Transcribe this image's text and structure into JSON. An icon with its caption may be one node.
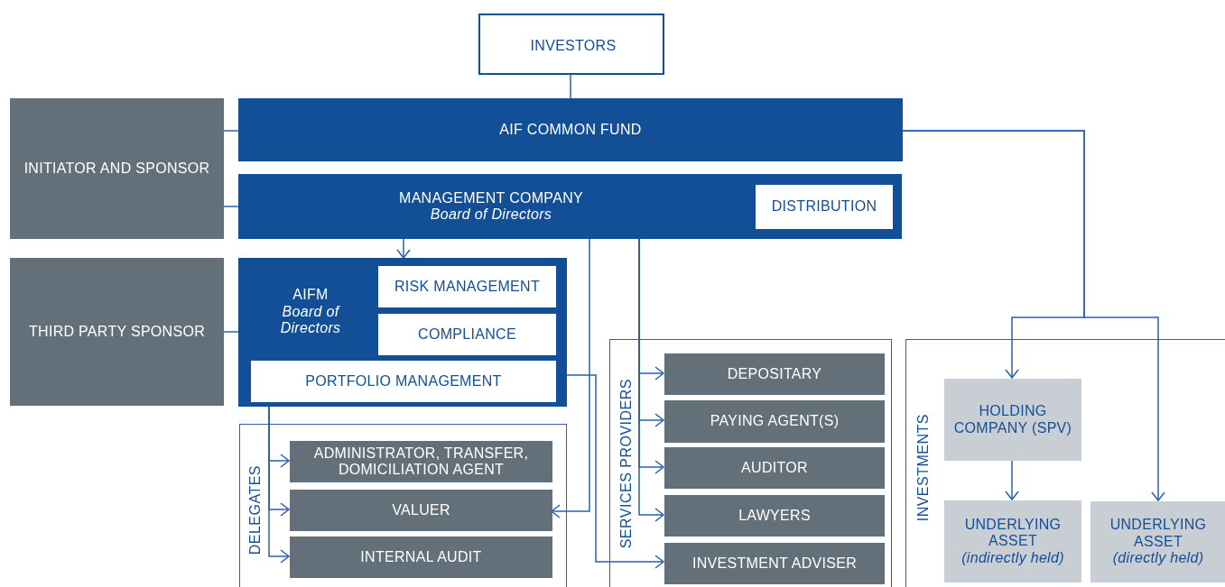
{
  "diagram": {
    "nodes": [
      {
        "text": [
          "INVESTORS"
        ]
      },
      {
        "text": [
          "AIF COMMON FUND"
        ]
      },
      {
        "text": [
          "INITIATOR AND SPONSOR"
        ]
      },
      {
        "text": [
          "MANAGEMENT COMPANY",
          "Board of Directors"
        ]
      },
      {
        "text": [
          "DISTRIBUTION"
        ],
        "in": 3
      },
      {
        "text": [
          "THIRD PARTY SPONSOR"
        ]
      },
      {
        "text": [
          "AIFM",
          "Board of Directors"
        ]
      },
      {
        "text": [
          "RISK MANAGEMENT"
        ],
        "in": 6
      },
      {
        "text": [
          "COMPLIANCE"
        ],
        "in": 6
      },
      {
        "text": [
          "PORTFOLIO MANAGEMENT"
        ],
        "in": 6
      },
      {
        "text": [
          "DELEGATES"
        ]
      },
      {
        "text": [
          "ADMINISTRATOR, TRANSFER, DOMICILIATION AGENT"
        ],
        "in": 10
      },
      {
        "text": [
          "VALUER"
        ],
        "in": 10
      },
      {
        "text": [
          "INTERNAL AUDIT"
        ],
        "in": 10
      },
      {
        "text": [
          "SERVICES PROVIDERS"
        ]
      },
      {
        "text": [
          "DEPOSITARY"
        ],
        "in": 14
      },
      {
        "text": [
          "PAYING AGENT(S)"
        ],
        "in": 14
      },
      {
        "text": [
          "AUDITOR"
        ],
        "in": 14
      },
      {
        "text": [
          "LAWYERS"
        ],
        "in": 14
      },
      {
        "text": [
          "INVESTMENT ADVISER"
        ],
        "in": 14
      },
      {
        "text": [
          "INVESTMENTS"
        ]
      },
      {
        "text": [
          "HOLDING COMPANY (SPV)"
        ],
        "in": 20
      },
      {
        "text": [
          "UNDERLYING ASSET",
          "(indirectly held)"
        ],
        "in": 20
      },
      {
        "text": [
          "UNDERLYING ASSET",
          "(directly held)"
        ],
        "in": 20
      }
    ],
    "edges": [
      {
        "from": 0,
        "to": 1,
        "arrow": "none"
      },
      {
        "from": 2,
        "to": 1,
        "arrow": "none"
      },
      {
        "from": 2,
        "to": 3,
        "arrow": "none"
      },
      {
        "from": 5,
        "to": 6,
        "arrow": "none"
      },
      {
        "from": 3,
        "to": 6,
        "arrow": "to"
      },
      {
        "from": 3,
        "to": 12,
        "arrow": "to"
      },
      {
        "from": 3,
        "to": 15,
        "arrow": "to"
      },
      {
        "from": 3,
        "to": 16,
        "arrow": "to"
      },
      {
        "from": 3,
        "to": 17,
        "arrow": "to"
      },
      {
        "from": 3,
        "to": 18,
        "arrow": "to"
      },
      {
        "from": 6,
        "to": 11,
        "arrow": "to"
      },
      {
        "from": 6,
        "to": 12,
        "arrow": "to"
      },
      {
        "from": 6,
        "to": 13,
        "arrow": "to"
      },
      {
        "from": 9,
        "to": 19,
        "arrow": "to"
      },
      {
        "from": 1,
        "to": 21,
        "arrow": "to"
      },
      {
        "from": 1,
        "to": 23,
        "arrow": "to"
      },
      {
        "from": 21,
        "to": 22,
        "arrow": "to"
      }
    ]
  }
}
